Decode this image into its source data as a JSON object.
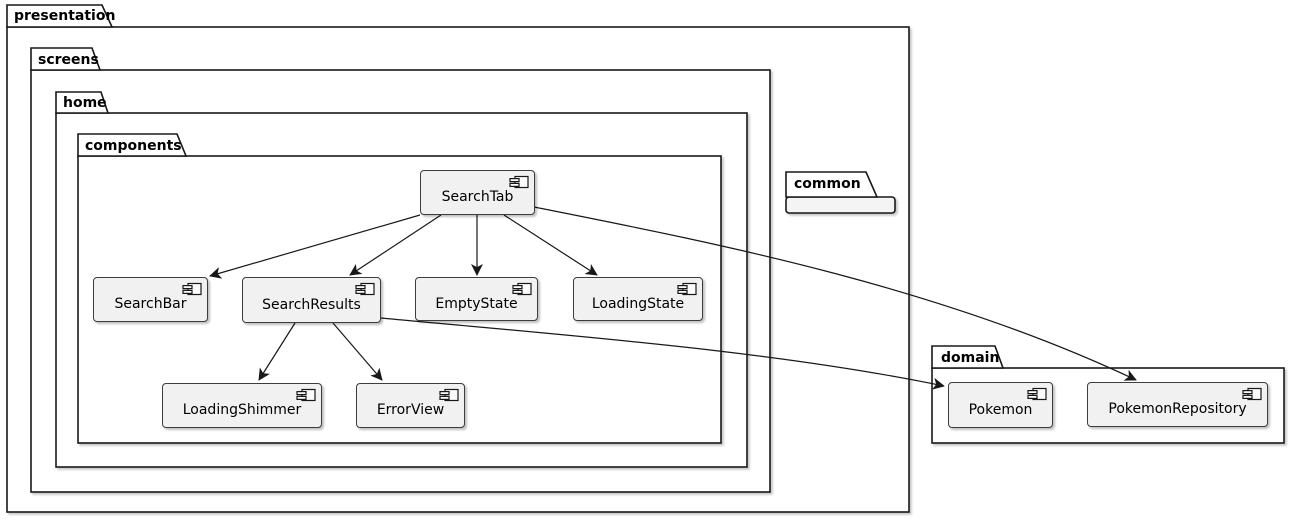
{
  "diagram": {
    "type": "uml-component-diagram",
    "packages": {
      "presentation": {
        "label": "presentation"
      },
      "screens": {
        "label": "screens"
      },
      "home": {
        "label": "home"
      },
      "components_pkg": {
        "label": "components"
      },
      "common": {
        "label": "common"
      },
      "domain": {
        "label": "domain"
      }
    },
    "components": {
      "search_tab": {
        "label": "SearchTab"
      },
      "search_bar": {
        "label": "SearchBar"
      },
      "search_results": {
        "label": "SearchResults"
      },
      "empty_state": {
        "label": "EmptyState"
      },
      "loading_state": {
        "label": "LoadingState"
      },
      "loading_shimmer": {
        "label": "LoadingShimmer"
      },
      "error_view": {
        "label": "ErrorView"
      },
      "pokemon": {
        "label": "Pokemon"
      },
      "pokemon_repository": {
        "label": "PokemonRepository"
      }
    },
    "relations": [
      {
        "from": "SearchTab",
        "to": "SearchBar"
      },
      {
        "from": "SearchTab",
        "to": "SearchResults"
      },
      {
        "from": "SearchTab",
        "to": "EmptyState"
      },
      {
        "from": "SearchTab",
        "to": "LoadingState"
      },
      {
        "from": "SearchTab",
        "to": "PokemonRepository"
      },
      {
        "from": "SearchResults",
        "to": "LoadingShimmer"
      },
      {
        "from": "SearchResults",
        "to": "ErrorView"
      },
      {
        "from": "SearchResults",
        "to": "Pokemon"
      }
    ],
    "colors": {
      "background": "#FFFFFF",
      "component_fill": "#F1F1F1",
      "line": "#181818",
      "text": "#000000"
    }
  }
}
